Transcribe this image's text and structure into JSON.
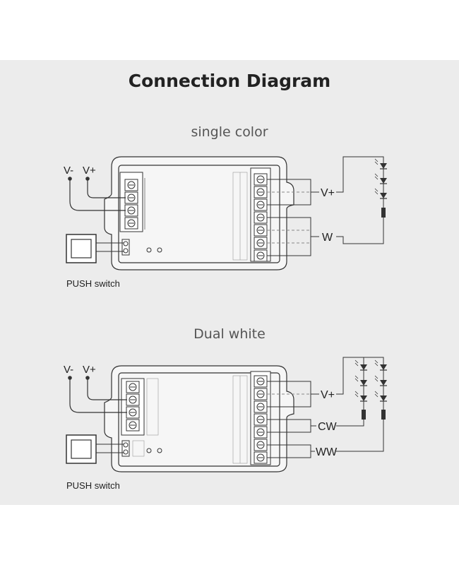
{
  "title": "Connection Diagram",
  "sections": [
    {
      "label": "single color",
      "input_labels": [
        "V-",
        "V+"
      ],
      "switch_label": "PUSH switch",
      "output_labels": [
        "V+",
        "W"
      ]
    },
    {
      "label": "Dual white",
      "input_labels": [
        "V-",
        "V+"
      ],
      "switch_label": "PUSH switch",
      "output_labels": [
        "V+",
        "CW",
        "WW"
      ]
    }
  ],
  "colors": {
    "panel": "#ececec",
    "line": "#333333",
    "dashed": "#888888"
  }
}
